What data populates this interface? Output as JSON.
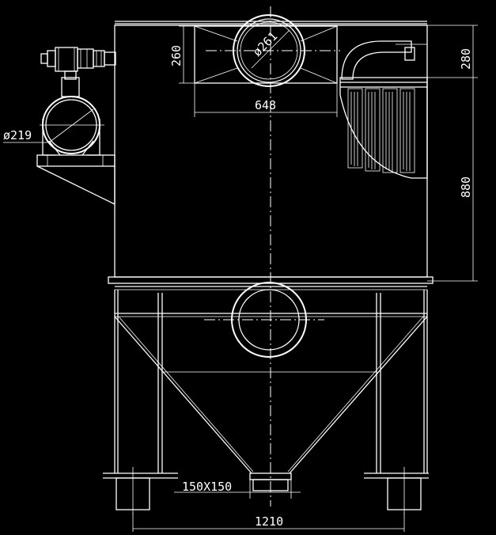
{
  "dimensions": {
    "inlet_height": "260",
    "inlet_diameter": "ø261",
    "inlet_width": "648",
    "outlet_height": "280",
    "upper_body_height": "880",
    "pipe_diameter": "ø219",
    "discharge_size": "150X150",
    "leg_span": "1210"
  },
  "colors": {
    "background": "#000000",
    "line": "#ffffff"
  }
}
